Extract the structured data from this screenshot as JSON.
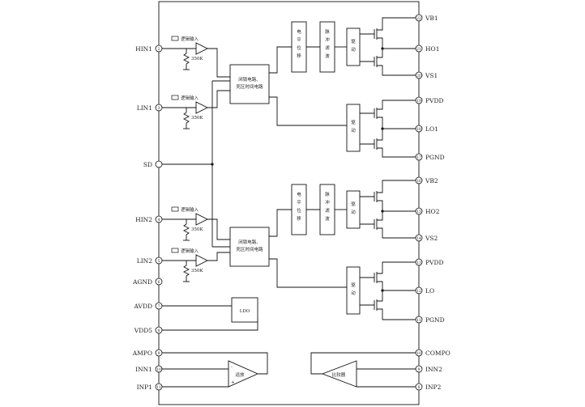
{
  "left_pins": [
    {
      "num": "2",
      "label": "HIN1"
    },
    {
      "num": "3",
      "label": "LIN1"
    },
    {
      "num": "",
      "label": "SD"
    },
    {
      "num": "4",
      "label": "HIN2"
    },
    {
      "num": "5",
      "label": "LIN2"
    },
    {
      "num": "6",
      "label": "AGND"
    },
    {
      "num": "7",
      "label": "AVDD"
    },
    {
      "num": "8",
      "label": "VDD5"
    },
    {
      "num": "9",
      "label": "AMPO"
    },
    {
      "num": "10",
      "label": "INN1"
    },
    {
      "num": "11",
      "label": "INP1"
    }
  ],
  "right_pins": [
    {
      "num": "22",
      "label": "VB1"
    },
    {
      "num": "21",
      "label": "HO1"
    },
    {
      "num": "20",
      "label": "VS1"
    },
    {
      "num": "19",
      "label": "PVDD"
    },
    {
      "num": "18",
      "label": "LO1"
    },
    {
      "num": "17",
      "label": "PGND"
    },
    {
      "num": "16",
      "label": "VB2"
    },
    {
      "num": "15",
      "label": "HO2"
    },
    {
      "num": "14",
      "label": "VS2"
    },
    {
      "num": "13",
      "label": "PVDD"
    },
    {
      "num": "12",
      "label": "LO"
    },
    {
      "num": "11",
      "label": "PGND"
    },
    {
      "num": "10",
      "label": "COMPO"
    },
    {
      "num": "9",
      "label": "INN2"
    },
    {
      "num": "8",
      "label": "INP2"
    }
  ],
  "blocks": {
    "logic1": [
      "闭锁电路、",
      "死区时间电路"
    ],
    "logic2": [
      "闭锁电路、",
      "死区时间电路"
    ],
    "level_shift": [
      "电",
      "平",
      "位",
      "移"
    ],
    "pulse_filter": [
      "脉",
      "冲",
      "滤",
      "波"
    ],
    "driver": [
      "驱",
      "动"
    ],
    "ldo": "LDO",
    "amplifier": "运放",
    "comparator": "比较器",
    "schmitt": "逻辑输入",
    "resistor": "350K"
  }
}
